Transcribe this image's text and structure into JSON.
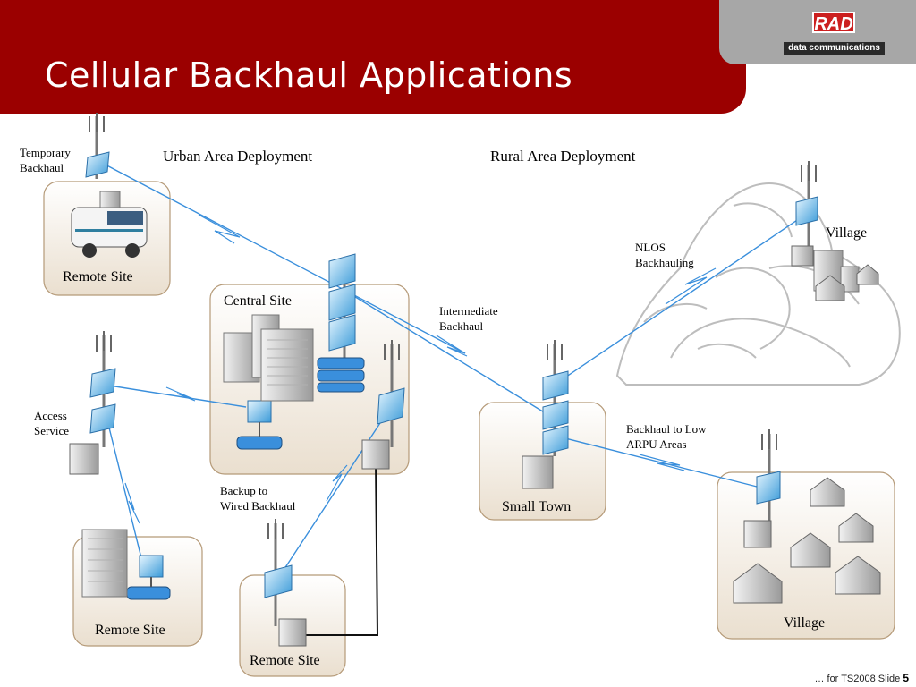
{
  "title": "Cellular Backhaul Applications",
  "logo": {
    "brand": "RAD",
    "subtitle": "data communications"
  },
  "headings": {
    "urban": "Urban Area Deployment",
    "rural": "Rural Area Deployment"
  },
  "sites": {
    "remote_top": "Remote Site",
    "central": "Central Site",
    "remote_bottom_left": "Remote Site",
    "remote_bottom_mid": "Remote Site",
    "small_town": "Small Town",
    "village_bottom": "Village",
    "village_top": "Village"
  },
  "link_labels": {
    "temporary_1": "Temporary",
    "temporary_2": "Backhaul",
    "access_1": "Access",
    "access_2": "Service",
    "backup_1": "Backup to",
    "backup_2": "Wired Backhaul",
    "intermediate_1": "Intermediate",
    "intermediate_2": "Backhaul",
    "nlos_1": "NLOS",
    "nlos_2": "Backhauling",
    "low_arpu_1": "Backhaul to Low",
    "low_arpu_2": "ARPU Areas"
  },
  "footer": {
    "text": "… for TS2008  Slide ",
    "slide_number": "5"
  },
  "colors": {
    "header": "#9b0000",
    "link": "#3a8fdc",
    "site_fill": "#f6efe3",
    "site_border": "#b59a78"
  }
}
